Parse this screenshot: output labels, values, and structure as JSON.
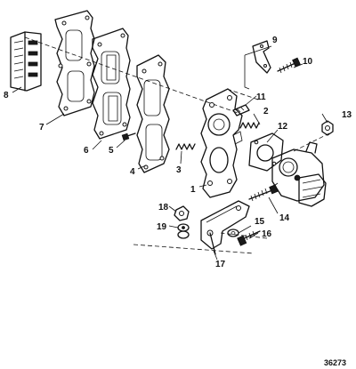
{
  "callouts": {
    "c1": "1",
    "c2": "2",
    "c3": "3",
    "c4": "4",
    "c5": "5",
    "c6": "6",
    "c7": "7",
    "c8": "8",
    "c9": "9",
    "c10": "10",
    "c11": "11",
    "c12": "12",
    "c13": "13",
    "c14": "14",
    "c15": "15",
    "c16": "16",
    "c17": "17",
    "c18": "18",
    "c19": "19"
  },
  "figure_number": "36273"
}
